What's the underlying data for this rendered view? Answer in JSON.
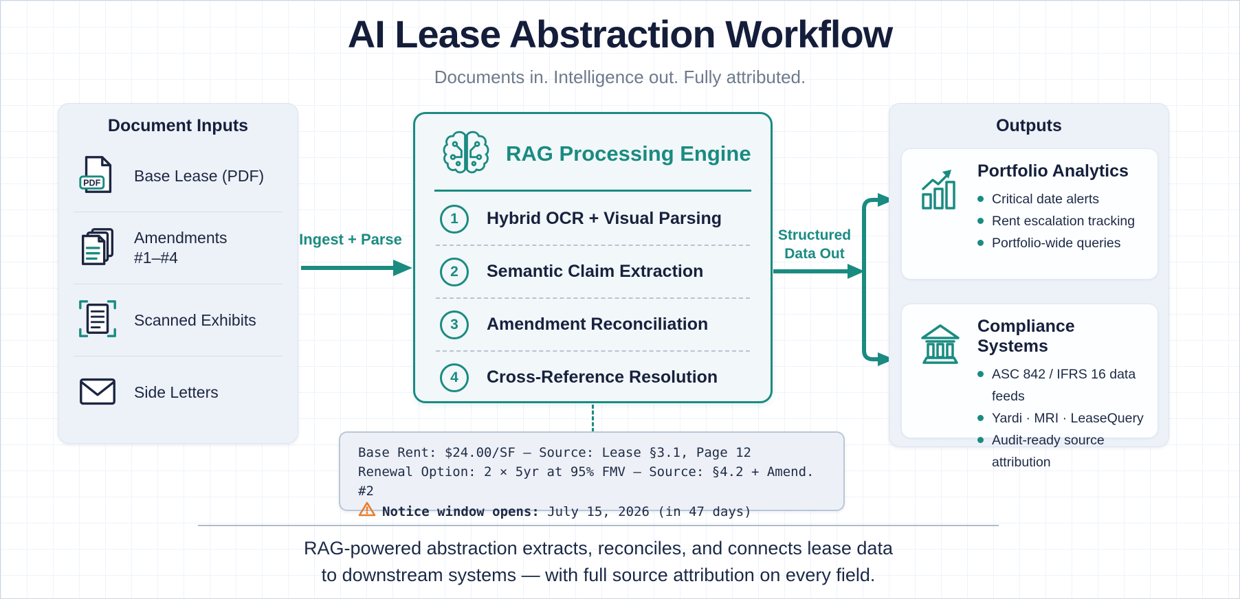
{
  "page": {
    "title": "AI Lease Abstraction Workflow",
    "subtitle": "Documents in. Intelligence out. Fully attributed.",
    "footer_line1": "RAG-powered abstraction extracts, reconciles, and connects lease data",
    "footer_line2": "to downstream systems — with full source attribution on every field."
  },
  "colors": {
    "teal": "#1a8b81",
    "navy": "#16203c",
    "orange": "#e87c2b",
    "panel_bg": "#edf1f8"
  },
  "inputs_panel": {
    "title": "Document Inputs",
    "items": [
      {
        "icon": "pdf-file-icon",
        "label": "Base Lease (PDF)"
      },
      {
        "icon": "stacked-documents-icon",
        "label": "Amendments\n#1–#4"
      },
      {
        "icon": "document-scan-icon",
        "label": "Scanned Exhibits"
      },
      {
        "icon": "envelope-icon",
        "label": "Side Letters"
      }
    ]
  },
  "flow": {
    "ingest_label": "Ingest + Parse",
    "output_label": "Structured\nData Out"
  },
  "engine": {
    "icon": "brain-circuit-icon",
    "title": "RAG Processing Engine",
    "steps": [
      {
        "number": "1",
        "label": "Hybrid OCR + Visual Parsing"
      },
      {
        "number": "2",
        "label": "Semantic Claim Extraction"
      },
      {
        "number": "3",
        "label": "Amendment Reconciliation"
      },
      {
        "number": "4",
        "label": "Cross-Reference Resolution"
      }
    ]
  },
  "outputs_panel": {
    "title": "Outputs",
    "cards": [
      {
        "icon": "trend-chart-icon",
        "title": "Portfolio Analytics",
        "bullets": [
          "Critical date alerts",
          "Rent escalation tracking",
          "Portfolio-wide queries"
        ]
      },
      {
        "icon": "bank-icon",
        "title": "Compliance Systems",
        "bullets": [
          "ASC 842 / IFRS 16 data feeds",
          "Yardi · MRI · LeaseQuery",
          "Audit-ready source attribution"
        ]
      }
    ]
  },
  "attribution_box": {
    "icon": "warning-triangle-icon",
    "line1": "Base Rent: $24.00/SF — Source: Lease §3.1, Page 12",
    "line2": "Renewal Option: 2 × 5yr at 95% FMV — Source: §4.2 + Amend. #2",
    "line3_bold": "Notice window opens:",
    "line3_rest": " July 15, 2026 (in 47 days)"
  }
}
